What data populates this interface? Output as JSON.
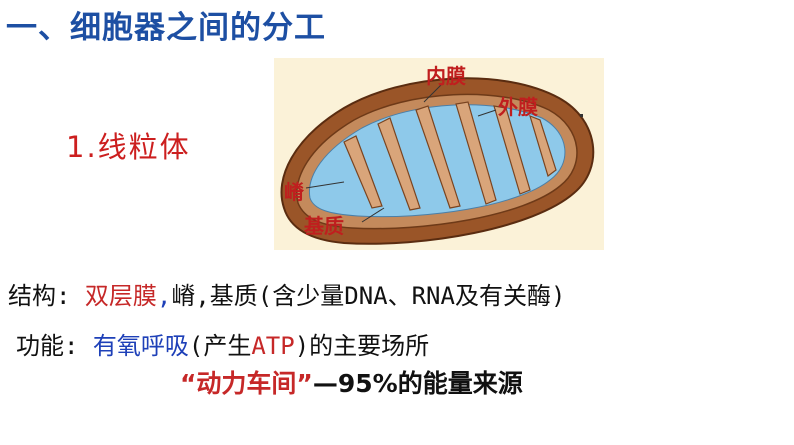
{
  "heading": "一、细胞器之间的分工",
  "subtitle": "1.线粒体",
  "figure": {
    "labels": {
      "inner_membrane": "内膜",
      "outer_membrane": "外膜",
      "crista": "嵴",
      "matrix": "基质"
    }
  },
  "structure": {
    "label": "结构:",
    "item1": "双层膜",
    "sep1": ",",
    "rest": "嵴,基质(含少量DNA、RNA及有关酶)"
  },
  "function": {
    "label": "功能:",
    "item": "有氧呼吸",
    "paren_open": "(产生",
    "atp": "ATP",
    "paren_close": ")",
    "rest": "的主要场所",
    "nickname": "“动力车间”",
    "energy_note": "—95%的能量来源"
  },
  "colors": {
    "heading": "#1d4fa3",
    "emphasis_red": "#c62828",
    "emphasis_blue": "#1e40b8",
    "matrix_blue": "#8ec9ea",
    "membrane_brown": "#8b4a22"
  }
}
